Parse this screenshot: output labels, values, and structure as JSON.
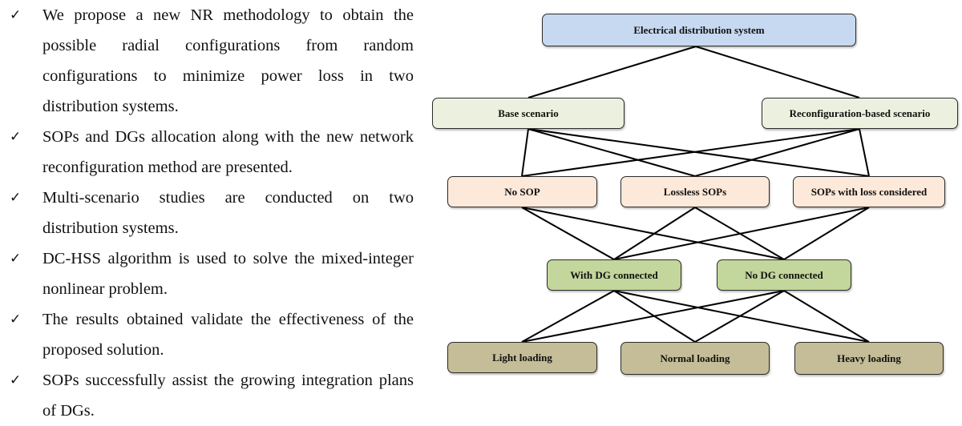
{
  "bullets": {
    "check_glyph": "✓",
    "items": [
      "We propose a new NR methodology to obtain the possible radial configurations from random configurations to minimize power loss in two distribution systems.",
      "SOPs and DGs allocation along with the new network reconfiguration method are presented.",
      "Multi-scenario studies are conducted on two distribution systems.",
      "DC-HSS algorithm is used to solve the mixed-integer nonlinear problem.",
      "The results obtained validate the effectiveness of the proposed solution.",
      "SOPs successfully assist the growing integration plans of DGs."
    ]
  },
  "diagram": {
    "root": "Electrical distribution system",
    "scenarios": [
      "Base scenario",
      "Reconfiguration-based scenario"
    ],
    "sop_options": [
      "No SOP",
      "Lossless SOPs",
      "SOPs with loss considered"
    ],
    "dg_options": [
      "With DG connected",
      "No DG connected"
    ],
    "loading_levels": [
      "Light loading",
      "Normal loading",
      "Heavy loading"
    ],
    "colors": {
      "root": "#c6d9f1",
      "scenario": "#ebf1de",
      "sop": "#fde9d9",
      "dg": "#c3d69b",
      "loading": "#c4bd97",
      "lines": "#000000"
    }
  }
}
